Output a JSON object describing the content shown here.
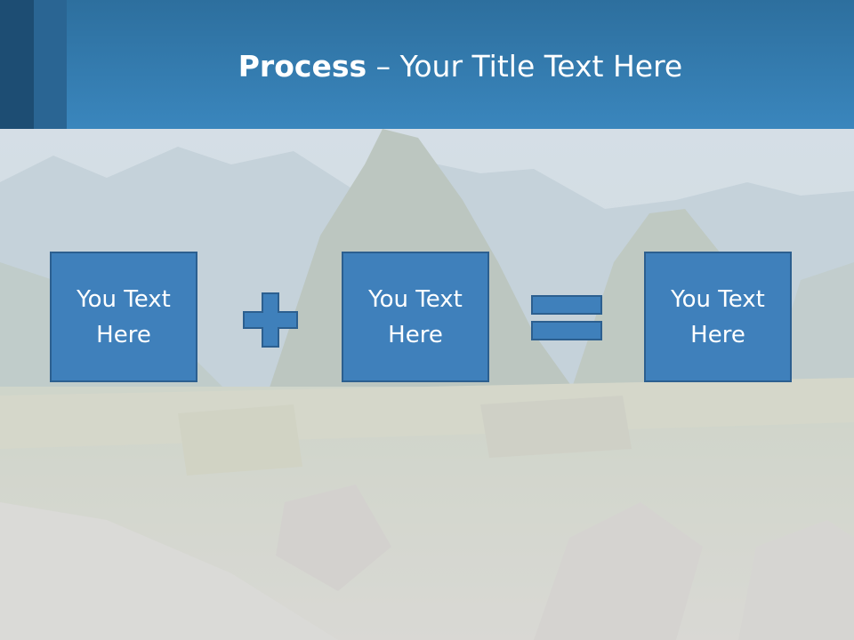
{
  "slide": {
    "title_bold": "Process",
    "title_dash": " – ",
    "title_rest": "Your Title Text Here",
    "boxes": [
      {
        "line1": "You Text",
        "line2": "Here"
      },
      {
        "line1": "You Text",
        "line2": "Here"
      },
      {
        "line1": "You Text",
        "line2": "Here"
      }
    ],
    "operators": [
      "plus-icon",
      "equals-icon"
    ]
  },
  "colors": {
    "header_blue": "#3a86bd",
    "header_dark": "#1d4d73",
    "box_fill": "#3f80bb",
    "box_border": "#2c5f8f",
    "text": "#ffffff"
  }
}
